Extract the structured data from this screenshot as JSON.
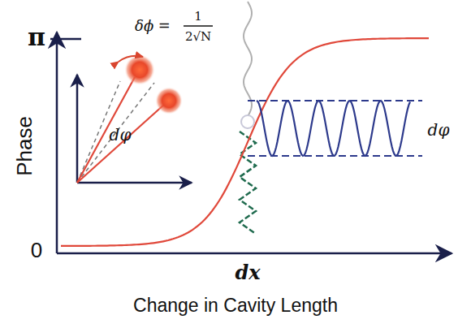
{
  "diagram": {
    "labels": [
      "π",
      "0",
      "Phase",
      "δϕ =",
      "1",
      "2√N",
      "dφ",
      "dφ",
      "dx",
      "Change in Cavity Length"
    ]
  }
}
